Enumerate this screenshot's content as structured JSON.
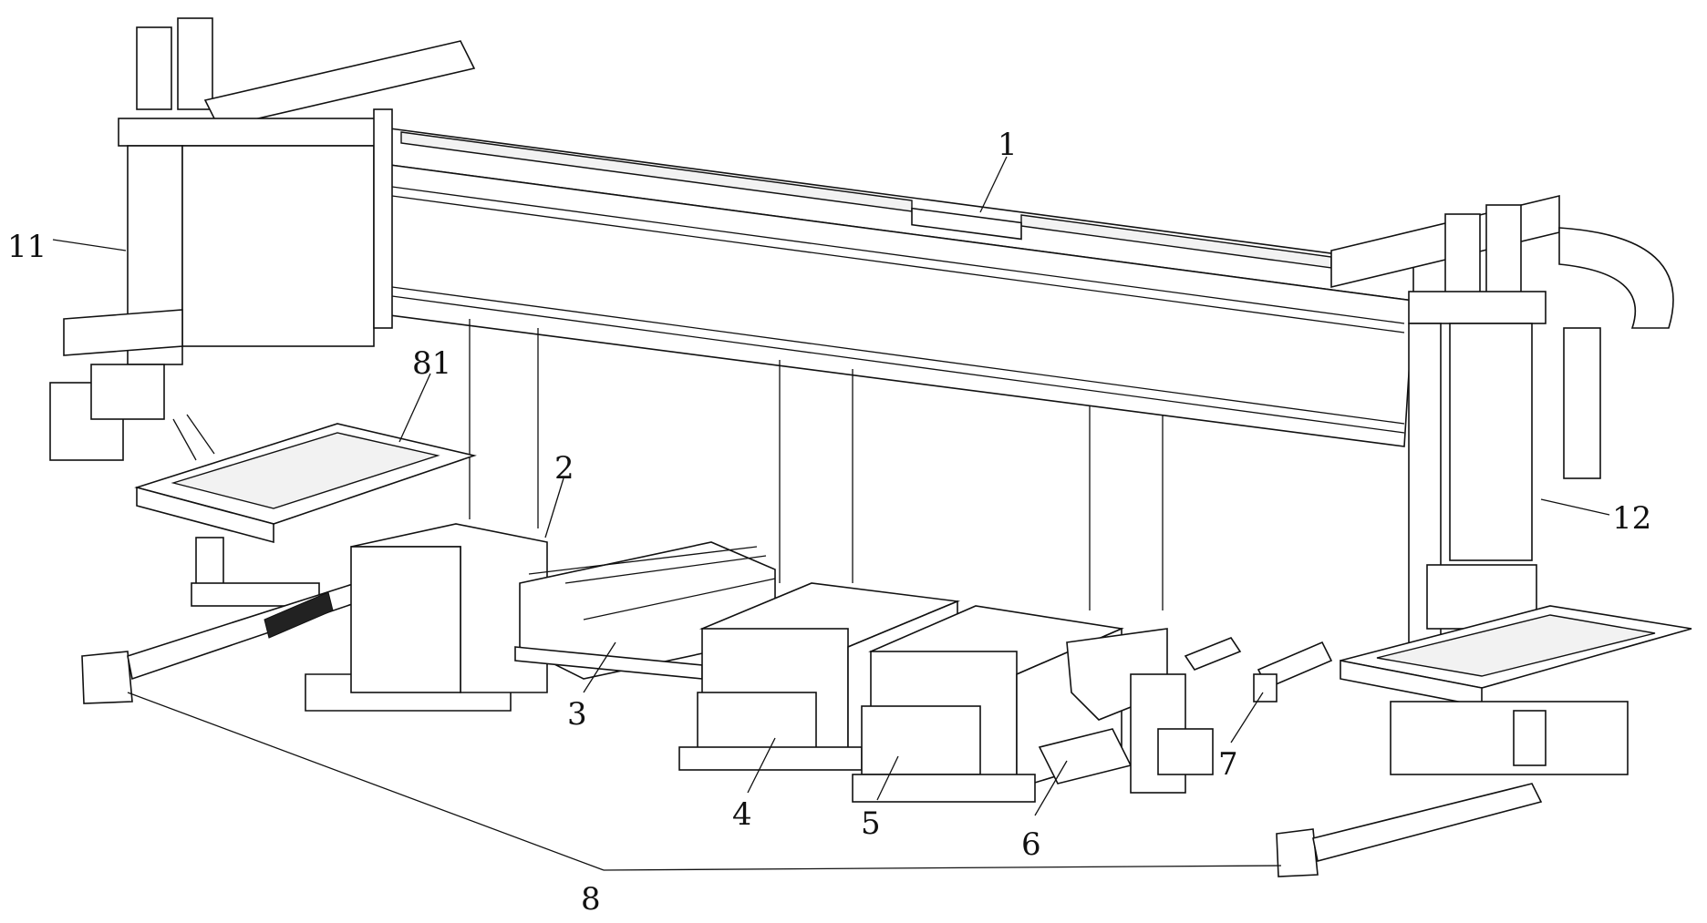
{
  "figure": {
    "labels": {
      "gantry_beam": "1",
      "box_2": "2",
      "tray_3": "3",
      "unit_4": "4",
      "unit_5": "5",
      "hopper_6": "6",
      "sensor_7": "7",
      "rail_8": "8",
      "left_head_11": "11",
      "right_head_12": "12",
      "plate_81": "81"
    }
  }
}
